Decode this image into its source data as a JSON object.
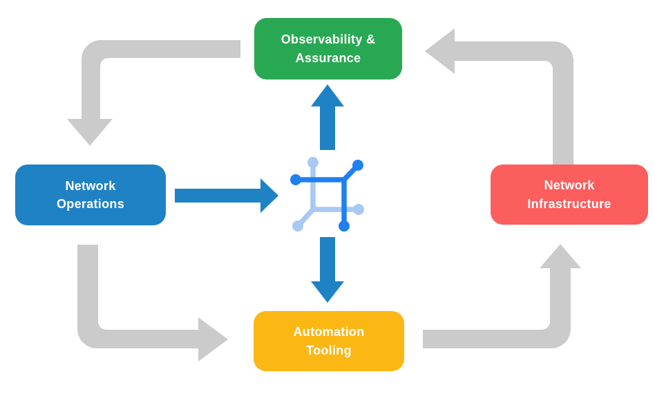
{
  "colors": {
    "background": "#FFFFFF",
    "text": "#FFFFFF",
    "arrow_gray": "#CBCBCB",
    "arrow_blue": "#1F82C4",
    "icon_blue_dark": "#1F80F0",
    "icon_blue_light": "#A7C9F3",
    "green": "#29A853",
    "blue": "#1F82C4",
    "red": "#FC5D5D",
    "yellow": "#FBB714"
  },
  "nodes": [
    {
      "id": "observability-assurance",
      "label": "Observability & Assurance",
      "line1": "Observability &",
      "line2": "Assurance",
      "color": "#29A853"
    },
    {
      "id": "network-operations",
      "label": "Network Operations",
      "line1": "Network",
      "line2": "Operations",
      "color": "#1F82C4"
    },
    {
      "id": "network-infrastructure",
      "label": "Network Infrastructure",
      "line1": "Network",
      "line2": "Infrastructure",
      "color": "#FC5D5D"
    },
    {
      "id": "automation-tooling",
      "label": "Automation Tooling",
      "line1": "Automation",
      "line2": "Tooling",
      "color": "#FBB714"
    }
  ],
  "center_icon": {
    "name": "network-fabric-icon"
  },
  "arrows": {
    "gray_cycle": [
      {
        "from": "observability-assurance",
        "to": "network-operations"
      },
      {
        "from": "network-operations",
        "to": "automation-tooling"
      },
      {
        "from": "automation-tooling",
        "to": "network-infrastructure"
      },
      {
        "from": "network-infrastructure",
        "to": "observability-assurance"
      }
    ],
    "blue_links": [
      {
        "from": "network-operations",
        "to": "center-icon"
      },
      {
        "from": "center-icon",
        "to": "observability-assurance"
      },
      {
        "from": "center-icon",
        "to": "automation-tooling"
      }
    ]
  }
}
